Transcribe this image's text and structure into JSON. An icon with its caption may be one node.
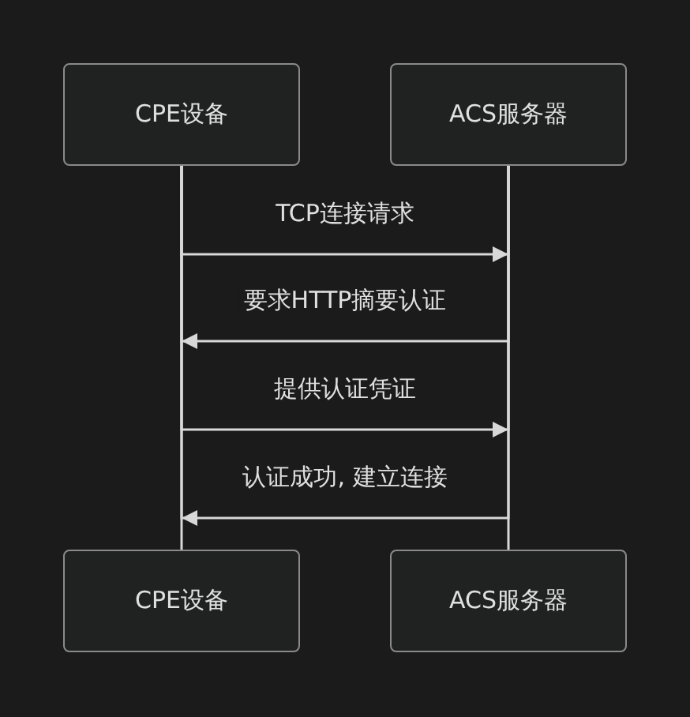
{
  "diagram": {
    "nodes": [
      {
        "text": [
          "CPE设备"
        ]
      },
      {
        "text": [
          "ACS服务器"
        ]
      },
      {
        "text": [
          "CPE设备"
        ]
      },
      {
        "text": [
          "ACS服务器"
        ]
      }
    ],
    "edges": [
      {
        "from": 0,
        "to": 2,
        "arrow": "none"
      },
      {
        "from": 1,
        "to": 3,
        "arrow": "none"
      },
      {
        "from": 0,
        "to": 1,
        "arrow": "to",
        "label": "TCP连接请求"
      },
      {
        "from": 1,
        "to": 0,
        "arrow": "to",
        "label": "要求HTTP摘要认证"
      },
      {
        "from": 0,
        "to": 1,
        "arrow": "to",
        "label": "提供认证凭证"
      },
      {
        "from": 1,
        "to": 0,
        "arrow": "to",
        "label": "认证成功, 建立连接"
      }
    ]
  }
}
